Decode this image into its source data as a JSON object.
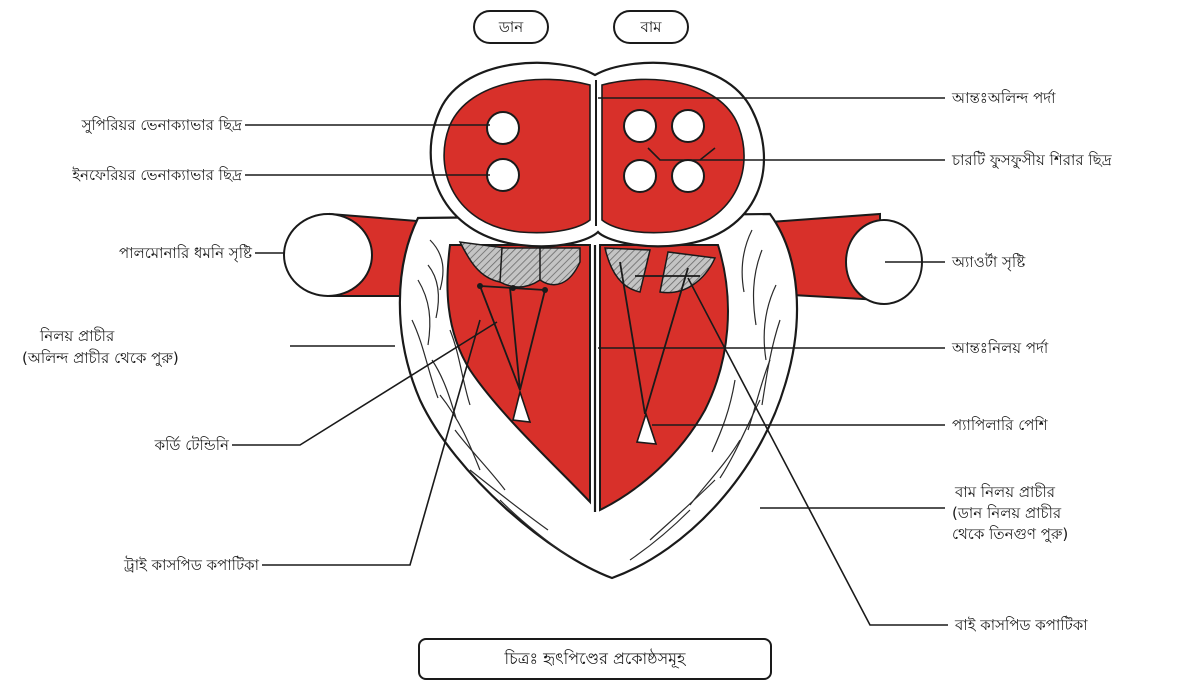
{
  "side_labels": {
    "right": "ডান",
    "left": "বাম"
  },
  "labels": {
    "superior_vena_cava": "সুপিরিয়র ভেনাক্যাভার ছিদ্র",
    "inferior_vena_cava": "ইনফেরিয়র ভেনাক্যাভার ছিদ্র",
    "pulmonary_artery": "পালমোনারি ধমনি সৃষ্টি",
    "ventricle_wall_1": "নিলয় প্রাচীর",
    "ventricle_wall_2": "(অলিন্দ প্রাচীর থেকে পুরু)",
    "chordae_tendineae": "কর্ডি টেন্ডিনি",
    "tricuspid": "ট্রাই কাসপিড কপাটিকা",
    "interatrial_septum": "আন্তঃঅলিন্দ পর্দা",
    "pulmonary_veins": "চারটি ফুসফুসীয় শিরার ছিদ্র",
    "aorta": "অ্যাওর্টা সৃষ্টি",
    "interventricular_septum": "আন্তঃনিলয় পর্দা",
    "papillary_muscle": "প্যাপিলারি পেশি",
    "left_ventricle_wall_1": "বাম নিলয় প্রাচীর",
    "left_ventricle_wall_2": "(ডান নিলয় প্রাচীর",
    "left_ventricle_wall_3": "থেকে তিনগুণ পুরু)",
    "bicuspid": "বাই কাসপিড কপাটিকা"
  },
  "caption": "চিত্রঃ হৃৎপিণ্ডের প্রকোষ্ঠসমূহ",
  "colors": {
    "muscle_red": "#d8302a",
    "outline": "#1a1a1a",
    "valve_grey": "#a9a9a9",
    "wall_white": "#ffffff"
  }
}
